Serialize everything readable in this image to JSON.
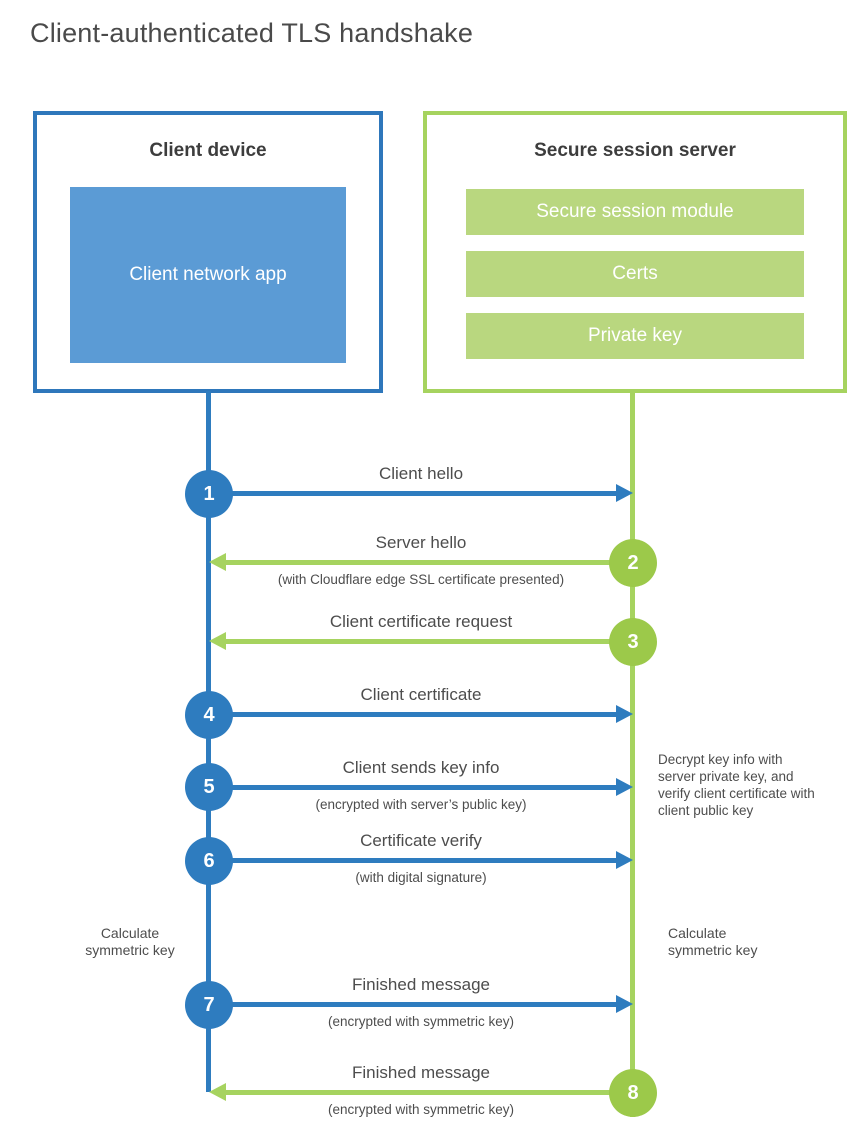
{
  "title": "Client-authenticated TLS handshake",
  "colors": {
    "client_blue": "#2e7cbf",
    "client_fill_blue": "#5b9bd5",
    "server_green_line": "#a6d35f",
    "server_green_circle": "#9cc94a",
    "server_green_bar": "#b9d77f",
    "heading_text": "#3d3d3d",
    "label_text": "#4d4d4d"
  },
  "client_box": {
    "title": "Client device",
    "app_label": "Client network app"
  },
  "server_box": {
    "title": "Secure session server",
    "modules": [
      "Secure session module",
      "Certs",
      "Private key"
    ]
  },
  "steps": [
    {
      "num": "1",
      "side": "client",
      "direction": "right",
      "label": "Client hello",
      "sublabel": ""
    },
    {
      "num": "2",
      "side": "server",
      "direction": "left",
      "label": "Server hello",
      "sublabel": "(with Cloudflare edge SSL certificate presented)"
    },
    {
      "num": "3",
      "side": "server",
      "direction": "left",
      "label": "Client certificate request",
      "sublabel": ""
    },
    {
      "num": "4",
      "side": "client",
      "direction": "right",
      "label": "Client certificate",
      "sublabel": ""
    },
    {
      "num": "5",
      "side": "client",
      "direction": "right",
      "label": "Client sends key info",
      "sublabel": "(encrypted with server’s public key)"
    },
    {
      "num": "6",
      "side": "client",
      "direction": "right",
      "label": "Certificate verify",
      "sublabel": "(with digital signature)"
    },
    {
      "num": "7",
      "side": "client",
      "direction": "right",
      "label": "Finished message",
      "sublabel": "(encrypted with symmetric key)"
    },
    {
      "num": "8",
      "side": "server",
      "direction": "left",
      "label": "Finished message",
      "sublabel": "(encrypted with symmetric key)"
    }
  ],
  "annotations": {
    "decrypt_note": "Decrypt key info with server private key, and verify client certificate with client public key",
    "calc_symmetric_left": "Calculate symmetric key",
    "calc_symmetric_right": "Calculate symmetric key"
  }
}
